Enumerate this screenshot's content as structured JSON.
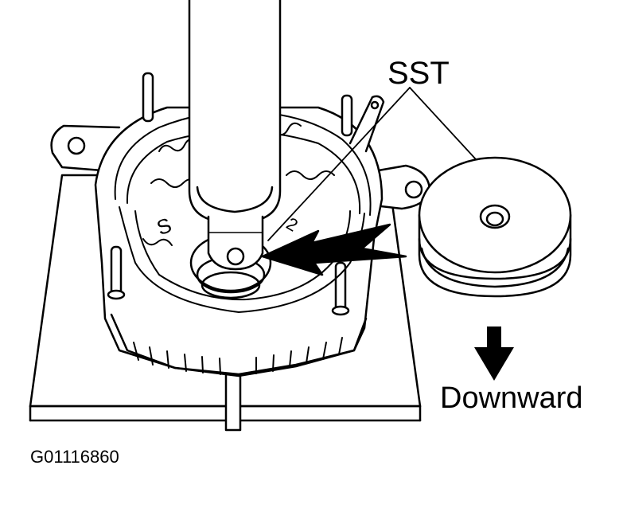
{
  "labels": {
    "tool": "SST",
    "direction": "Downward",
    "figure_id": "G01116860"
  },
  "colors": {
    "ink": "#000000",
    "background": "#ffffff"
  }
}
